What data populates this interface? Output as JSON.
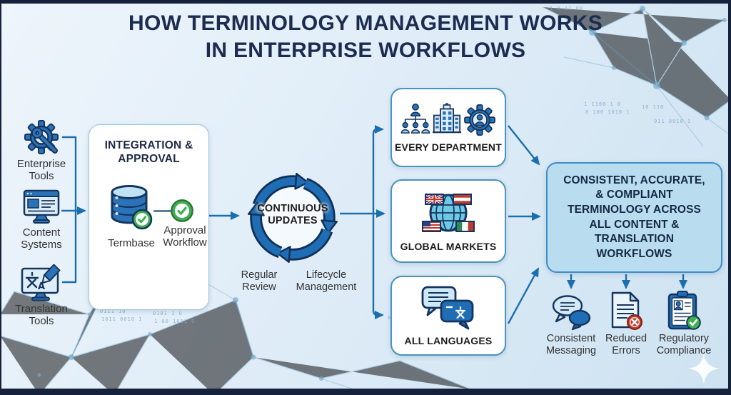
{
  "title": {
    "line1": "HOW TERMINOLOGY MANAGEMENT WORKS",
    "line2": "IN ENTERPRISE WORKFLOWS"
  },
  "sources": [
    {
      "label": "Enterprise Tools",
      "icon": "gear-wrench-icon"
    },
    {
      "label": "Content Systems",
      "icon": "cms-monitor-icon"
    },
    {
      "label": "Translation Tools",
      "icon": "translation-monitor-icon"
    }
  ],
  "integration": {
    "title": "INTEGRATION & APPROVAL",
    "termbase_label": "Termbase",
    "approval_label": "Approval Workflow"
  },
  "cycle": {
    "line1": "CONTINUOUS",
    "line2": "UPDATES",
    "left_label": "Regular Review",
    "right_label": "Lifecycle Management"
  },
  "targets": [
    {
      "label": "EVERY DEPARTMENT",
      "icons": [
        "org-chart-icon",
        "building-icon",
        "gear-person-icon"
      ]
    },
    {
      "label": "GLOBAL MARKETS",
      "icons": [
        "globe-flags-icon"
      ]
    },
    {
      "label": "ALL LANGUAGES",
      "icons": [
        "chat-translate-icon"
      ]
    }
  ],
  "outcome": {
    "text": "CONSISTENT, ACCURATE,\n& COMPLIANT\nTERMINOLOGY ACROSS\nALL CONTENT &\nTRANSLATION\nWORKFLOWS"
  },
  "benefits": [
    {
      "label": "Consistent Messaging",
      "icon": "chat-bubbles-icon"
    },
    {
      "label": "Reduced Errors",
      "icon": "document-error-icon"
    },
    {
      "label": "Regulatory Compliance",
      "icon": "clipboard-check-icon"
    }
  ],
  "flow": [
    "Enterprise Tools / Content Systems / Translation Tools -> Integration & Approval",
    "Integration & Approval -> Continuous Updates",
    "Continuous Updates -> Every Department / Global Markets / All Languages",
    "Every Department / Global Markets / All Languages -> Outcome",
    "Outcome -> Consistent Messaging / Reduced Errors / Regulatory Compliance"
  ],
  "deco_binary": [
    "0111 10",
    "1011 0010 1",
    "0101 1 0",
    "1 00 1011 0",
    "0110 10",
    "1 0 11 00",
    "1 1100 1 0",
    "0 100 1010 1",
    "10 110",
    "011 0010 1"
  ],
  "colors": {
    "frame": "#16223c",
    "background": "#e0edf8",
    "title_text": "#1c2c50",
    "arrow_blue": "#1c6fad",
    "cycle_blue": "#1f6db4",
    "icon_blue": "#2a73b8",
    "icon_outline": "#16355e",
    "box_border": "#4a93bb",
    "outcome_bg": "#b9dcef",
    "outcome_border": "#3f8ec6",
    "check_green": "#3db14e",
    "error_red": "#c23b2e"
  }
}
